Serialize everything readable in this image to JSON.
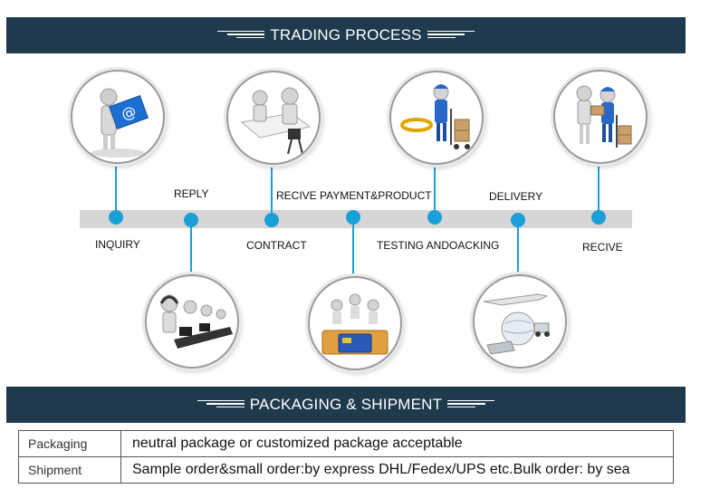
{
  "header": {
    "title": "TRADING PROCESS"
  },
  "steps_top": [
    {
      "label": "REPLY"
    },
    {
      "label": "RECIVE PAYMENT&PRODUCT"
    },
    {
      "label": "DELIVERY"
    }
  ],
  "steps_bottom": [
    {
      "label": "INQUIRY"
    },
    {
      "label": "CONTRACT"
    },
    {
      "label": "TESTING ANDOACKING"
    },
    {
      "label": "RECIVE"
    }
  ],
  "shipment_section": {
    "title": "PACKAGING & SHIPMENT",
    "rows": [
      {
        "key": "Packaging",
        "value": "neutral package or customized package acceptable"
      },
      {
        "key": "Shipment",
        "value": "Sample order&small order:by express DHL/Fedex/UPS etc.Bulk order: by sea"
      }
    ]
  },
  "colors": {
    "banner": "#1f3a4d",
    "node": "#1a9fd8",
    "bar": "#d6d6d6"
  },
  "icons": [
    "email-person-icon",
    "meeting-desk-icon",
    "worker-cart-icon",
    "delivery-handover-icon",
    "call-center-icon",
    "payment-card-icon",
    "globe-shipping-icon"
  ]
}
